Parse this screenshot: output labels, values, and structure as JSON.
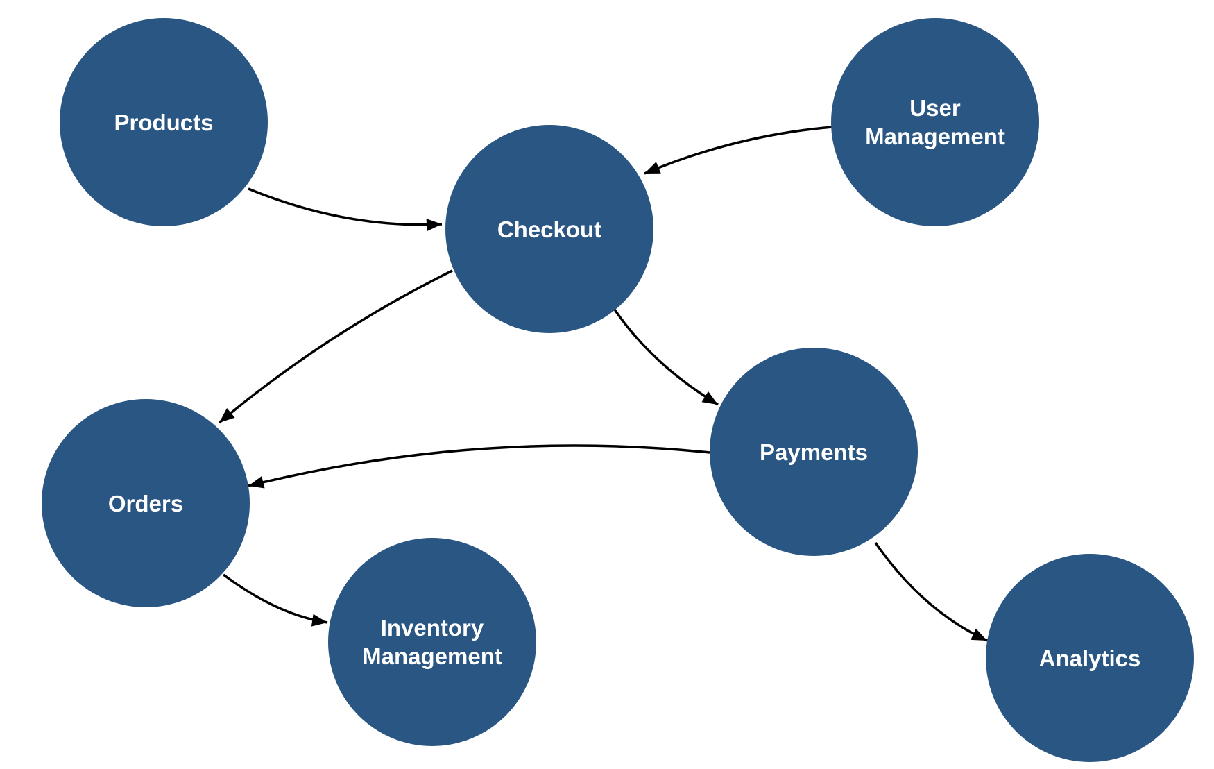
{
  "diagram": {
    "type": "flowchart",
    "colors": {
      "node_fill": "#2a5684",
      "node_text": "#ffffff",
      "edge": "#000000",
      "background": "#ffffff"
    },
    "nodes": [
      {
        "id": "products",
        "label": "Products"
      },
      {
        "id": "user-management",
        "label": "User Management",
        "lines": [
          "User",
          "Management"
        ]
      },
      {
        "id": "checkout",
        "label": "Checkout"
      },
      {
        "id": "payments",
        "label": "Payments"
      },
      {
        "id": "orders",
        "label": "Orders"
      },
      {
        "id": "inventory-management",
        "label": "Inventory Management",
        "lines": [
          "Inventory",
          "Management"
        ]
      },
      {
        "id": "analytics",
        "label": "Analytics"
      }
    ],
    "edges": [
      {
        "from": "products",
        "to": "checkout"
      },
      {
        "from": "user-management",
        "to": "checkout"
      },
      {
        "from": "checkout",
        "to": "orders"
      },
      {
        "from": "checkout",
        "to": "payments"
      },
      {
        "from": "payments",
        "to": "orders"
      },
      {
        "from": "orders",
        "to": "inventory-management"
      },
      {
        "from": "payments",
        "to": "analytics"
      }
    ]
  }
}
